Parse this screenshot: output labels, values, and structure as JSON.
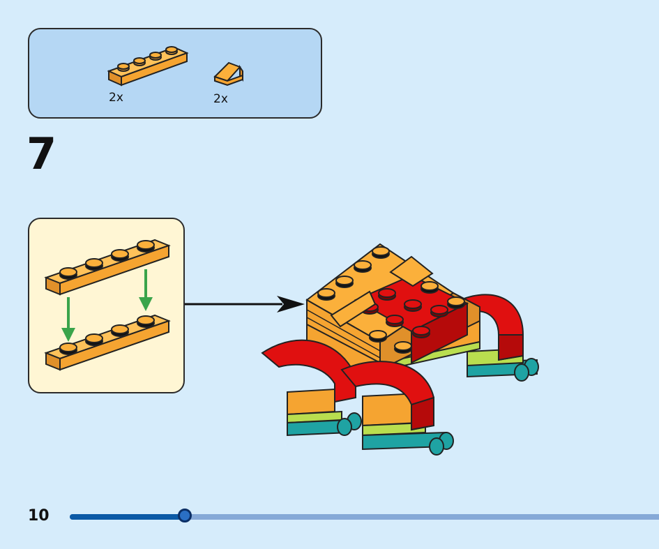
{
  "parts_list": [
    {
      "name": "plate-1x4-orange",
      "count": "2x"
    },
    {
      "name": "slope-orange",
      "count": "2x"
    }
  ],
  "step": {
    "number": "7"
  },
  "page": {
    "number": "10"
  },
  "progress": {
    "fraction": 0.195
  },
  "colors": {
    "orange": "#fbb03b",
    "red": "#e01010",
    "lime": "#b9de4f",
    "teal": "#1fa3a3",
    "arrow_green": "#3aa44a",
    "panel_blue": "#b5d7f4",
    "callout_bg": "#fff6d4"
  },
  "icons": {
    "connector": "black-arrow-icon"
  }
}
